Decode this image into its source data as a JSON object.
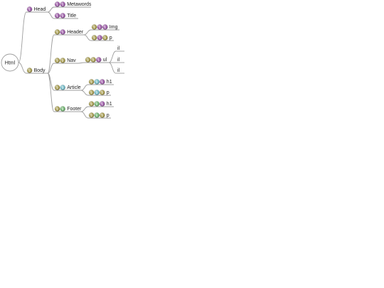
{
  "colors": {
    "purple": "#9b5aa6",
    "olive": "#a59a4c",
    "teal": "#6fb8c4",
    "green": "#6fb36f",
    "edge": "#9e9e9e",
    "text": "#222222"
  },
  "diagram": {
    "root": {
      "label": "Html"
    },
    "nodes": [
      {
        "id": "head",
        "label": "Head",
        "parent": "root",
        "badges": [
          "1"
        ],
        "beads": [
          "purple"
        ]
      },
      {
        "id": "metawords",
        "label": "Metawords",
        "parent": "head",
        "badges": [
          "1",
          "1"
        ],
        "beads": [
          "purple",
          "purple"
        ]
      },
      {
        "id": "title",
        "label": "Title",
        "parent": "head",
        "badges": [
          "1",
          "2"
        ],
        "beads": [
          "purple",
          "purple"
        ]
      },
      {
        "id": "body",
        "label": "Body",
        "parent": "root",
        "badges": [
          "2"
        ],
        "beads": [
          "olive"
        ]
      },
      {
        "id": "header",
        "label": "Header",
        "parent": "body",
        "badges": [
          "2",
          "1"
        ],
        "beads": [
          "olive",
          "purple"
        ]
      },
      {
        "id": "img",
        "label": "Img",
        "parent": "header",
        "badges": [
          "2",
          "1",
          "1"
        ],
        "beads": [
          "olive",
          "purple",
          "purple"
        ]
      },
      {
        "id": "p1",
        "label": "p",
        "parent": "header",
        "badges": [
          "2",
          "1",
          "2"
        ],
        "beads": [
          "olive",
          "purple",
          "olive"
        ]
      },
      {
        "id": "nav",
        "label": "Nav",
        "parent": "body",
        "badges": [
          "2",
          "2"
        ],
        "beads": [
          "olive",
          "olive"
        ]
      },
      {
        "id": "ul",
        "label": "ul",
        "parent": "nav",
        "badges": [
          "2",
          "2",
          "1"
        ],
        "beads": [
          "olive",
          "olive",
          "purple"
        ]
      },
      {
        "id": "li1",
        "label": "il",
        "parent": "ul",
        "badges": [],
        "beads": []
      },
      {
        "id": "li2",
        "label": "il",
        "parent": "ul",
        "badges": [],
        "beads": []
      },
      {
        "id": "li3",
        "label": "il",
        "parent": "ul",
        "badges": [],
        "beads": []
      },
      {
        "id": "article",
        "label": "Article",
        "parent": "body",
        "badges": [
          "2",
          "3"
        ],
        "beads": [
          "olive",
          "teal"
        ]
      },
      {
        "id": "h1a",
        "label": "h1",
        "parent": "article",
        "badges": [
          "2",
          "3",
          "1"
        ],
        "beads": [
          "olive",
          "teal",
          "purple"
        ]
      },
      {
        "id": "p2",
        "label": "p",
        "parent": "article",
        "badges": [
          "2",
          "3",
          "2"
        ],
        "beads": [
          "olive",
          "teal",
          "olive"
        ]
      },
      {
        "id": "footer",
        "label": "Footer",
        "parent": "body",
        "badges": [
          "2",
          "4"
        ],
        "beads": [
          "olive",
          "green"
        ]
      },
      {
        "id": "h1b",
        "label": "h1",
        "parent": "footer",
        "badges": [
          "2",
          "4",
          "1"
        ],
        "beads": [
          "olive",
          "green",
          "purple"
        ]
      },
      {
        "id": "p3",
        "label": "p",
        "parent": "footer",
        "badges": [
          "2",
          "4",
          "2"
        ],
        "beads": [
          "olive",
          "green",
          "olive"
        ]
      }
    ]
  }
}
